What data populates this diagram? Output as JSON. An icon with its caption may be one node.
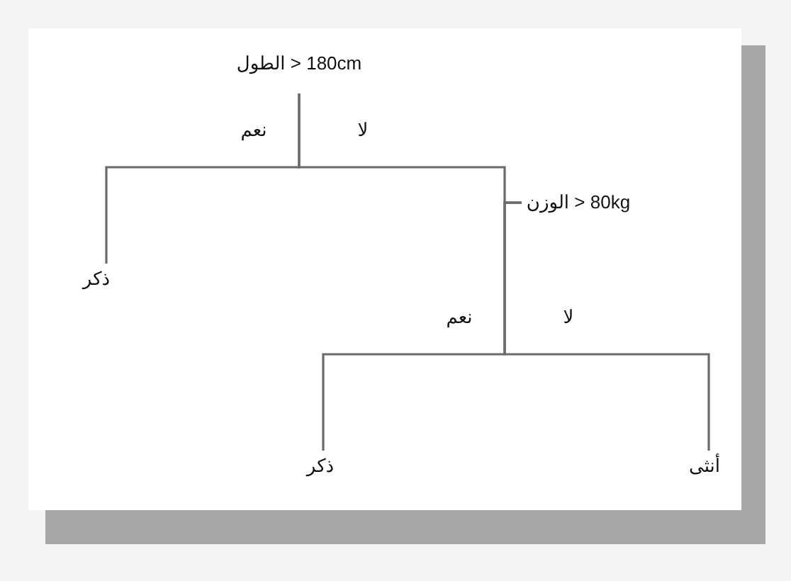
{
  "diagram": {
    "nodes": [
      {
        "text": [
          "الطول > 180cm"
        ]
      },
      {
        "text": [
          "ذكر"
        ]
      },
      {
        "text": [
          "الوزن > 80kg"
        ]
      },
      {
        "text": [
          "ذكر"
        ]
      },
      {
        "text": [
          "أنثى"
        ]
      }
    ],
    "edges": [
      {
        "from": 0,
        "to": 1,
        "arrow": "none",
        "label": "نعم"
      },
      {
        "from": 0,
        "to": 2,
        "arrow": "none",
        "label": "لا"
      },
      {
        "from": 2,
        "to": 3,
        "arrow": "none",
        "label": "نعم"
      },
      {
        "from": 2,
        "to": 4,
        "arrow": "none",
        "label": "لا"
      }
    ]
  }
}
